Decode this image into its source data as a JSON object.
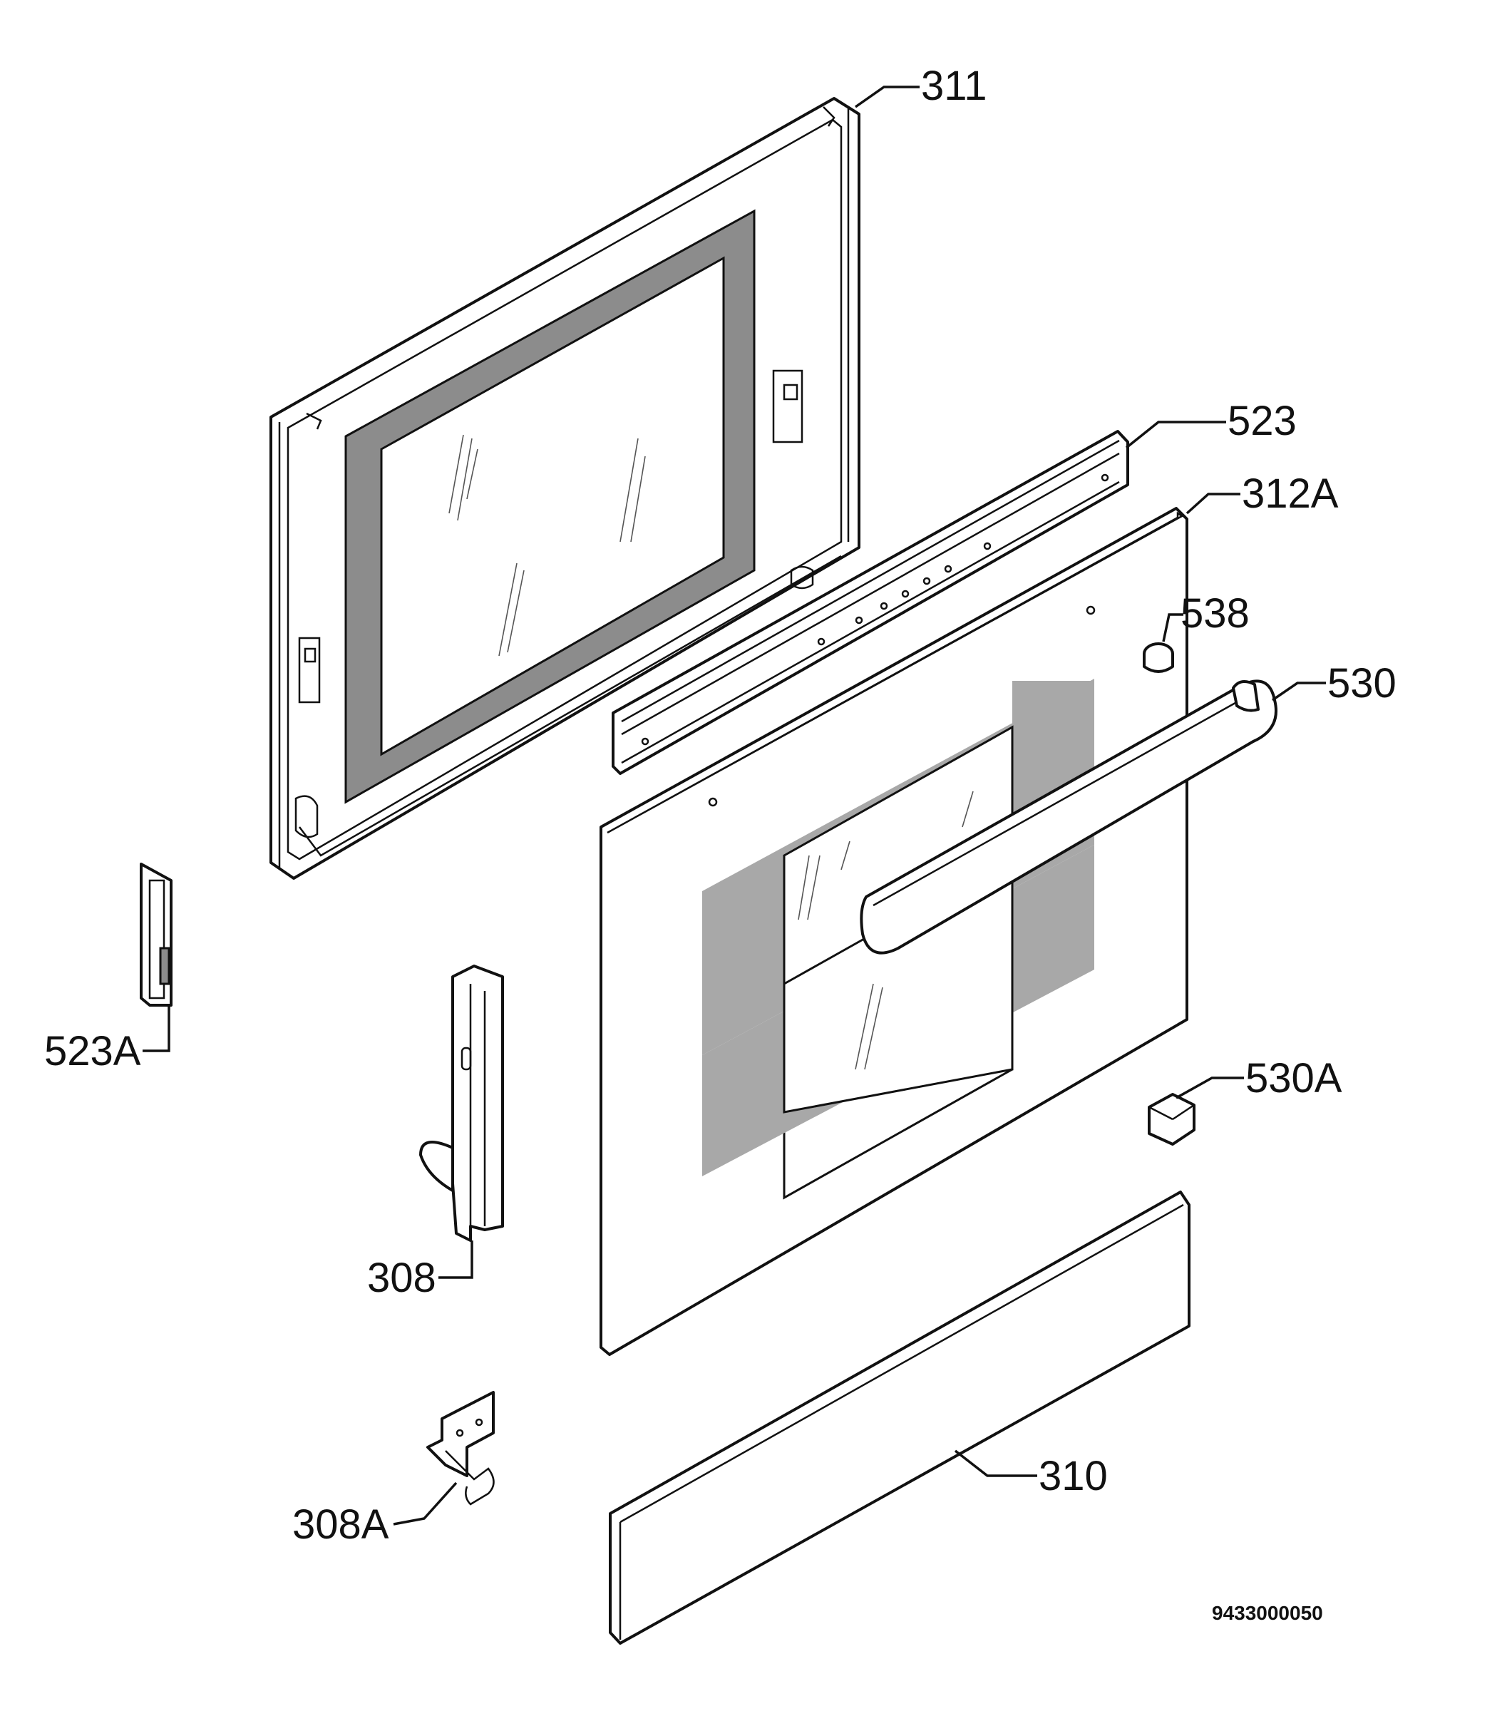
{
  "labels": {
    "p311": "311",
    "p523": "523",
    "p312a": "312A",
    "p538": "538",
    "p530": "530",
    "p523a": "523A",
    "p530a": "530A",
    "p308": "308",
    "p310": "310",
    "p308a": "308A"
  },
  "drawing_number": "9433000050"
}
